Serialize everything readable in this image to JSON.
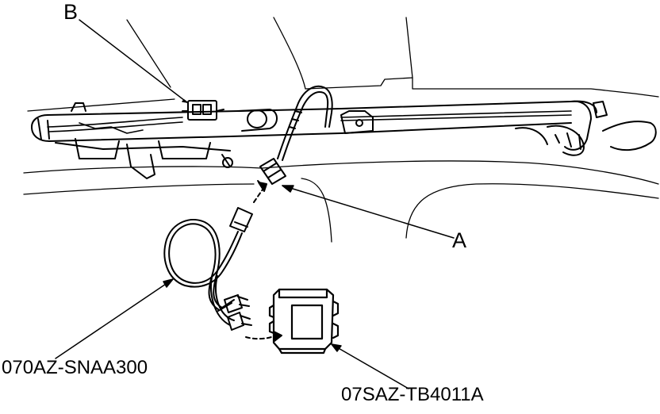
{
  "callouts": {
    "b": "B",
    "a": "A",
    "harness_part": "070AZ-SNAA300",
    "unit_part": "07SAZ-TB4011A"
  },
  "colors": {
    "ink": "#000000",
    "paper": "#ffffff"
  }
}
